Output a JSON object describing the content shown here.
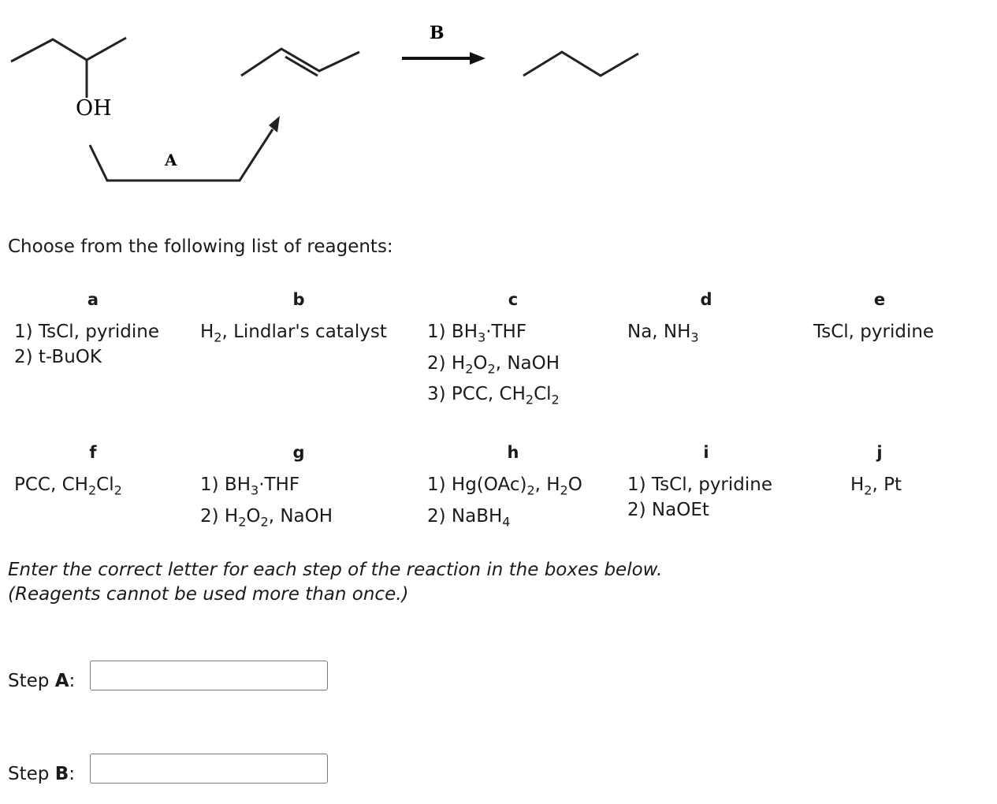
{
  "scheme": {
    "step_a_label": "A",
    "step_b_label": "B",
    "oh_label": "OH"
  },
  "prompt": "Choose from the following list of reagents:",
  "reagents": {
    "a": {
      "letter": "a",
      "lines": [
        "1) TsCl, pyridine",
        "2) t-BuOK"
      ]
    },
    "b": {
      "letter": "b"
    },
    "c": {
      "letter": "c"
    },
    "d": {
      "letter": "d"
    },
    "e": {
      "letter": "e",
      "lines": [
        "TsCl, pyridine"
      ]
    },
    "f": {
      "letter": "f"
    },
    "g": {
      "letter": "g"
    },
    "h": {
      "letter": "h"
    },
    "i": {
      "letter": "i",
      "lines": [
        "1) TsCl, pyridine",
        "2) NaOEt"
      ]
    },
    "j": {
      "letter": "j"
    }
  },
  "instructions": {
    "line1": "Enter the correct letter for each step of the reaction in the boxes below.",
    "line2": "(Reagents cannot be used more than once.)"
  },
  "steps": {
    "a": {
      "label_prefix": "Step ",
      "label_letter": "A",
      "label_suffix": ":",
      "value": ""
    },
    "b": {
      "label_prefix": "Step ",
      "label_letter": "B",
      "label_suffix": ":",
      "value": ""
    }
  }
}
